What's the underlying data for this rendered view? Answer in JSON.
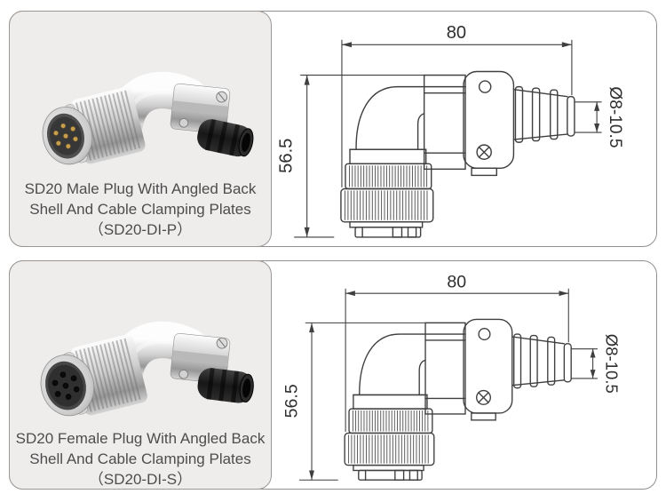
{
  "colors": {
    "card_border": "#909090",
    "panel_background": "#efedec",
    "caption_text": "#4d4d4d",
    "drawing_line": "#3f3f3f",
    "barb_rubber": "#1c1c1c",
    "pin_gold": "#c79f4e"
  },
  "products": [
    {
      "id": "male",
      "caption_lines": [
        "SD20 Male Plug With Angled Back",
        "Shell And Cable Clamping Plates",
        "（SD20-DI-P）"
      ],
      "drawing": {
        "width_mm": "80",
        "height_mm": "56.5",
        "cable_range": "Ø8-10.5"
      }
    },
    {
      "id": "female",
      "caption_lines": [
        "SD20 Female Plug With Angled Back",
        "Shell And Cable Clamping Plates",
        "（SD20-DI-S）"
      ],
      "drawing": {
        "width_mm": "80",
        "height_mm": "56.5",
        "cable_range": "Ø8-10.5"
      }
    }
  ]
}
